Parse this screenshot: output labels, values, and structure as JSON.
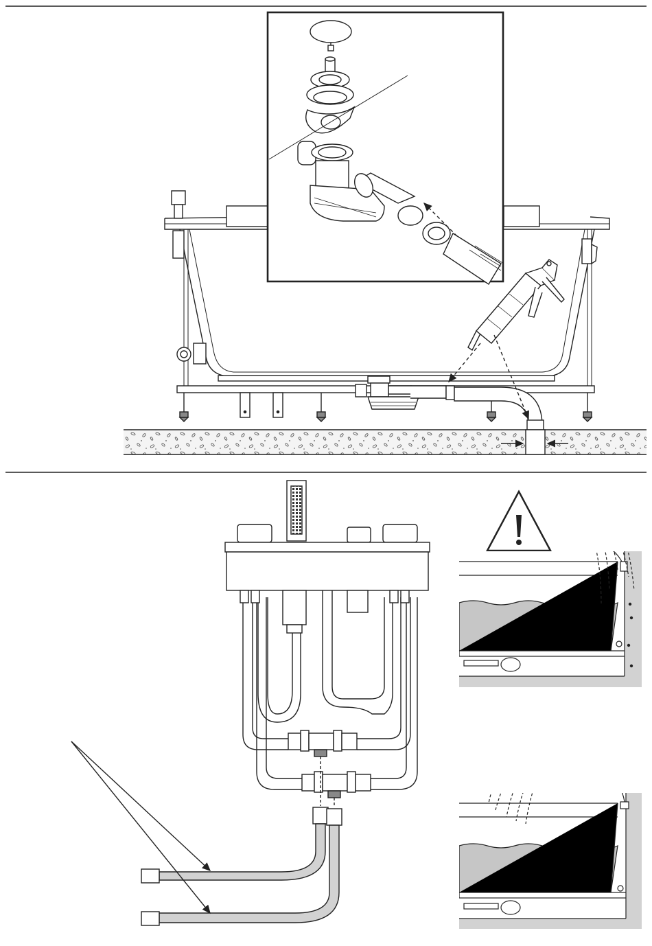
{
  "document": {
    "type": "installation-instruction-illustration",
    "sections": [
      {
        "id": "drain-installation",
        "components": [
          "bathtub",
          "detail-inset-drain-assembly",
          "sealant-gun",
          "drain-pipe",
          "floor-screed",
          "height-adjustable-feet"
        ]
      },
      {
        "id": "mixer-connection",
        "components": [
          "bath-mixer",
          "hand-shower",
          "flexible-supply-hoses",
          "t-connectors",
          "warning-panels"
        ]
      }
    ],
    "warning_icon": "warning-triangle-icon",
    "colors": {
      "line": "#222222",
      "water": "#c6c6c6",
      "hose": "#d2d2d2",
      "floor": "#eeeeee",
      "wall": "#bdbdbd"
    }
  }
}
